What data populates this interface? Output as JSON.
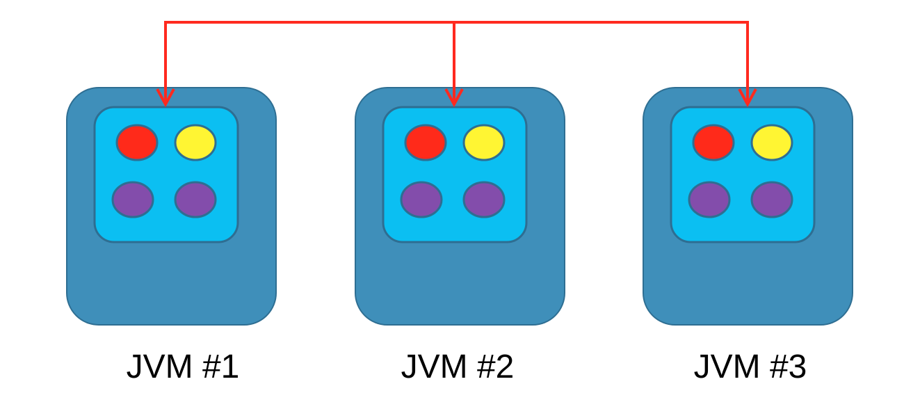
{
  "jvms": [
    {
      "label": "JVM #1"
    },
    {
      "label": "JVM #2"
    },
    {
      "label": "JVM #3"
    }
  ],
  "colors": {
    "outer_box": "#3f8fba",
    "outer_border": "#2e6e92",
    "inner_box": "#0bbff2",
    "connector": "#ff2a1f",
    "dot_red": "#ff2a1a",
    "dot_yellow": "#fff533",
    "dot_purple": "#834dab"
  }
}
